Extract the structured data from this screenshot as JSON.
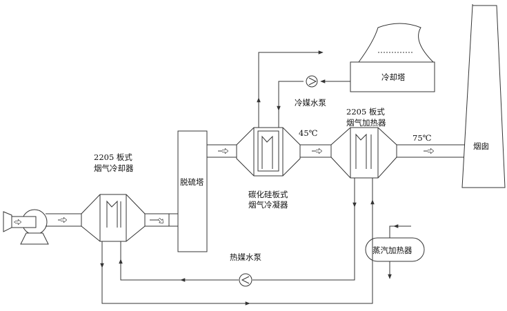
{
  "labels": {
    "cooler_model": "2205 板式",
    "cooler_name": "烟气冷却器",
    "desulfurization_tower": "脱硫塔",
    "condenser_model": "碳化硅板式",
    "condenser_name": "烟气冷凝器",
    "temp_after_condenser": "45℃",
    "heater_model": "2205 板式",
    "heater_name": "烟气加热器",
    "temp_after_heater": "75℃",
    "chimney": "烟囱",
    "cooling_tower": "冷却塔",
    "cold_water_pump": "冷媒水泵",
    "hot_water_pump": "热媒水泵",
    "steam_heater": "蒸汽加热器"
  }
}
